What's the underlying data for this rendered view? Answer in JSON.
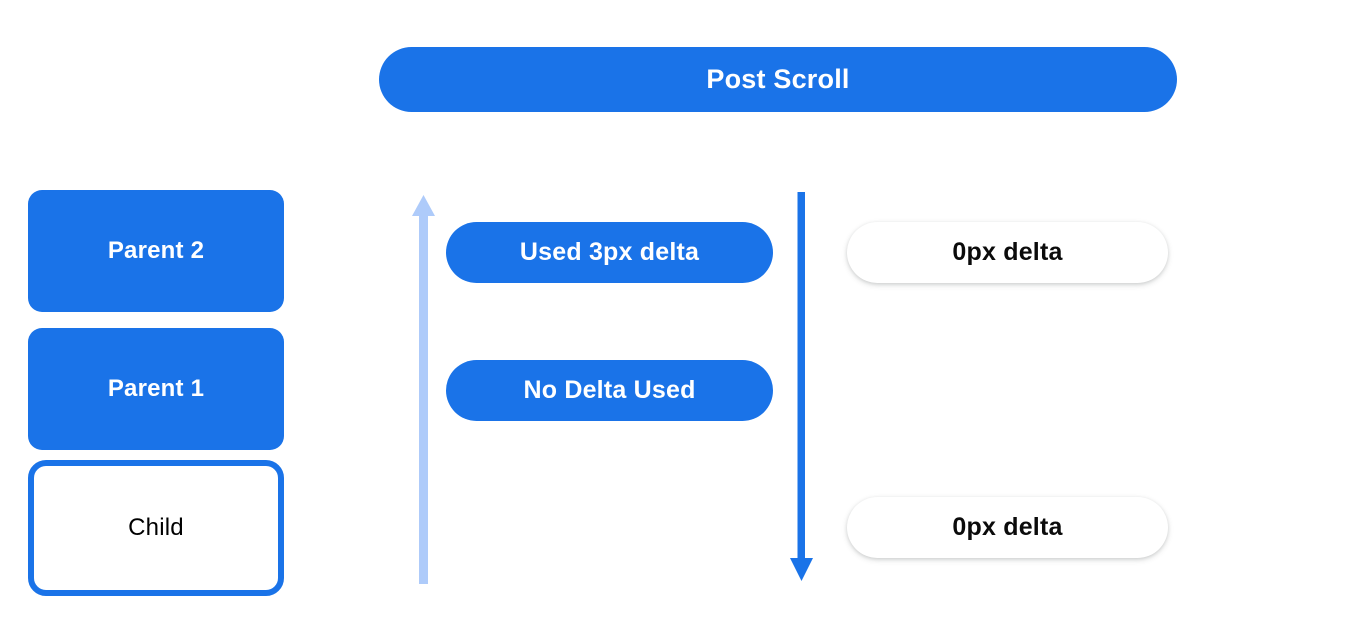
{
  "header": {
    "title": "Post Scroll"
  },
  "colors": {
    "primary_blue": "#1a73e8",
    "light_blue": "#aecbfa",
    "white": "#ffffff",
    "text_dark": "#0b0b0b"
  },
  "scroll_chain": {
    "boxes": [
      {
        "label": "Parent 2",
        "style": "filled"
      },
      {
        "label": "Parent 1",
        "style": "filled"
      },
      {
        "label": "Child",
        "style": "outlined"
      }
    ]
  },
  "arrows": [
    {
      "name": "consumed-delta-arrow",
      "direction": "up",
      "color": "#aecbfa"
    },
    {
      "name": "scroll-propagation-arrow",
      "direction": "down",
      "color": "#1a73e8"
    }
  ],
  "delta_pills": [
    {
      "label": "Used 3px delta"
    },
    {
      "label": "No Delta Used"
    }
  ],
  "result_pills": [
    {
      "label": "0px delta"
    },
    {
      "label": "0px delta"
    }
  ]
}
